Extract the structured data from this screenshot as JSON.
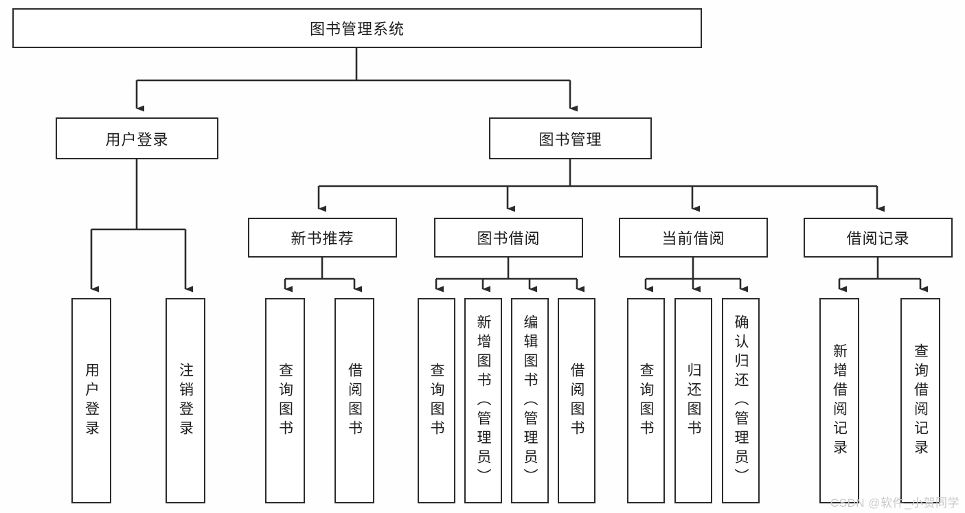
{
  "diagram": {
    "type": "tree",
    "title": "图书管理系统",
    "root": {
      "id": "root",
      "label": "图书管理系统"
    },
    "level1": [
      {
        "id": "user-login",
        "label": "用户登录"
      },
      {
        "id": "book-manage",
        "label": "图书管理"
      }
    ],
    "level2": [
      {
        "id": "new-book-rec",
        "label": "新书推荐",
        "parent": "book-manage"
      },
      {
        "id": "book-borrow",
        "label": "图书借阅",
        "parent": "book-manage"
      },
      {
        "id": "current-borrow",
        "label": "当前借阅",
        "parent": "book-manage"
      },
      {
        "id": "borrow-record",
        "label": "借阅记录",
        "parent": "book-manage"
      }
    ],
    "leaves": [
      {
        "id": "leaf-user-login",
        "label": "用户登录",
        "parent": "user-login"
      },
      {
        "id": "leaf-logout-login",
        "label": "注销登录",
        "parent": "user-login"
      },
      {
        "id": "leaf-query-book-1",
        "label": "查询图书",
        "parent": "new-book-rec"
      },
      {
        "id": "leaf-borrow-book-1",
        "label": "借阅图书",
        "parent": "new-book-rec"
      },
      {
        "id": "leaf-query-book-2",
        "label": "查询图书",
        "parent": "book-borrow"
      },
      {
        "id": "leaf-add-book",
        "label": "新增图书（管理员）",
        "parent": "book-borrow"
      },
      {
        "id": "leaf-edit-book",
        "label": "编辑图书（管理员）",
        "parent": "book-borrow"
      },
      {
        "id": "leaf-borrow-book-2",
        "label": "借阅图书",
        "parent": "book-borrow"
      },
      {
        "id": "leaf-query-book-3",
        "label": "查询图书",
        "parent": "current-borrow"
      },
      {
        "id": "leaf-return-book",
        "label": "归还图书",
        "parent": "current-borrow"
      },
      {
        "id": "leaf-confirm-return",
        "label": "确认归还（管理员）",
        "parent": "current-borrow"
      },
      {
        "id": "leaf-add-record",
        "label": "新增借阅记录",
        "parent": "borrow-record"
      },
      {
        "id": "leaf-query-record",
        "label": "查询借阅记录",
        "parent": "borrow-record"
      }
    ],
    "colors": {
      "box_border": "#2b2b2b",
      "box_fill": "#ffffff",
      "connector": "#2b2b2b",
      "text": "#1d1d1d",
      "background": "#fefefe",
      "watermark": "#c9c9c9"
    }
  },
  "watermark": {
    "text": "CSDN @软件_小贺同学"
  }
}
